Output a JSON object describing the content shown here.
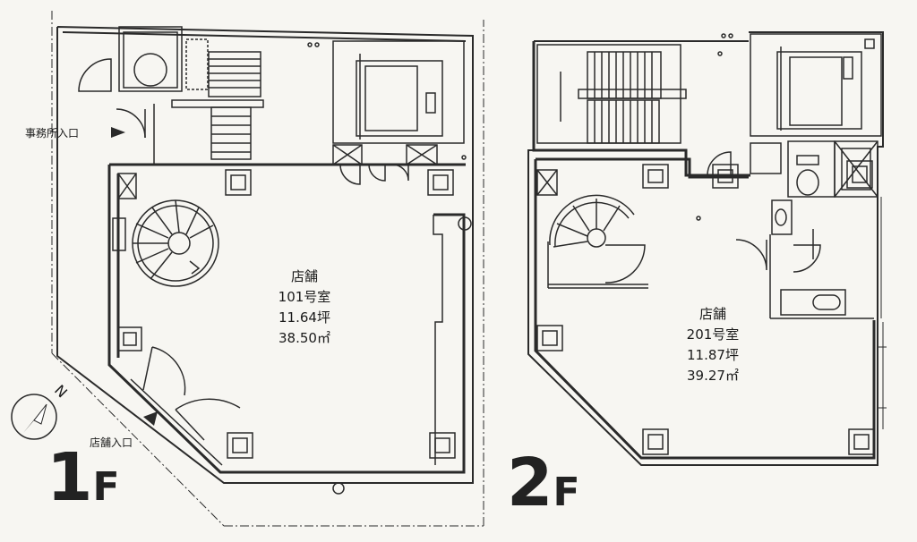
{
  "floor1": {
    "floor_number": "1",
    "floor_suffix": "F",
    "room": {
      "type": "店舗",
      "number": "101号室",
      "tsubo": "11.64坪",
      "area": "38.50㎡"
    },
    "office_entrance": "事務所入口",
    "shop_entrance": "店舗入口"
  },
  "floor2": {
    "floor_number": "2",
    "floor_suffix": "F",
    "room": {
      "type": "店舗",
      "number": "201号室",
      "tsubo": "11.87坪",
      "area": "39.27㎡"
    }
  },
  "compass": {
    "north_label": "N"
  },
  "colors": {
    "line": "#2a2a2a",
    "background": "#f7f6f2"
  }
}
